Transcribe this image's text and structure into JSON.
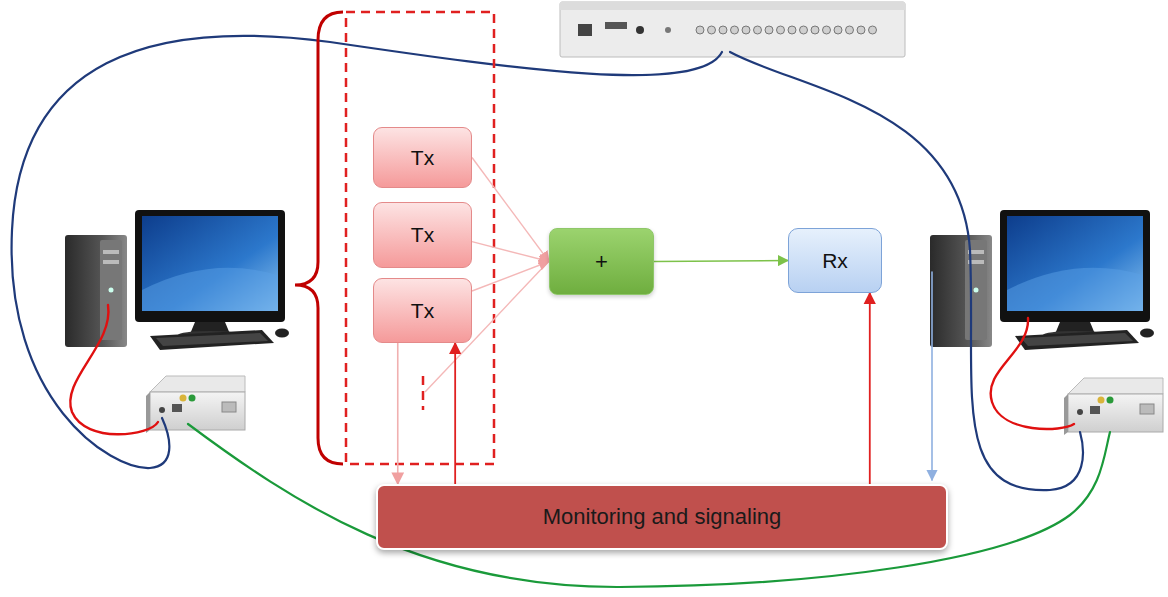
{
  "diagram": {
    "nodes": [
      {
        "text": [
          "Tx"
        ]
      },
      {
        "text": [
          "Tx"
        ]
      },
      {
        "text": [
          "Tx"
        ]
      },
      {
        "text": [
          "+"
        ]
      },
      {
        "text": [
          "Rx"
        ]
      },
      {
        "text": [
          "Monitoring and signaling"
        ]
      }
    ],
    "edges": [
      {
        "from": 0,
        "to": 3,
        "arrow": "to"
      },
      {
        "from": 1,
        "to": 3,
        "arrow": "to"
      },
      {
        "from": 2,
        "to": 3,
        "arrow": "to"
      },
      {
        "from": 3,
        "to": 4,
        "arrow": "to"
      },
      {
        "from": 2,
        "to": 5,
        "arrow": "to"
      },
      {
        "from": 5,
        "to": 2,
        "arrow": "to"
      },
      {
        "from": 5,
        "to": 4,
        "arrow": "to"
      }
    ]
  }
}
